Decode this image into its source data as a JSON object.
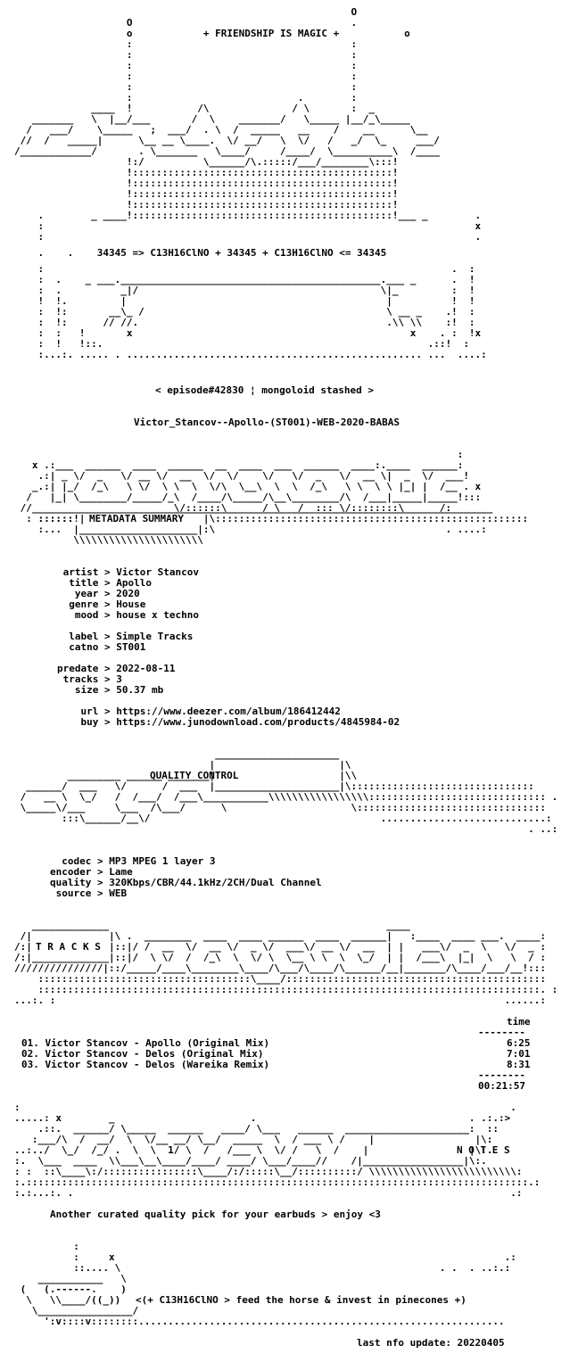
{
  "header": {
    "tagline": "+ FRIENDSHIP IS MAGIC +",
    "formula": "34345 => C13H16ClNO + 34345 + C13H16ClNO <= 34345",
    "episode": "< episode#42830 ¦ mongoloid stashed >",
    "release": "Victor_Stancov--Apollo-(ST001)-WEB-2020-BABAS"
  },
  "metadata": {
    "heading": "METADATA SUMMARY",
    "fields": [
      {
        "key": "artist",
        "value": "Victor Stancov"
      },
      {
        "key": "title",
        "value": "Apollo"
      },
      {
        "key": "year",
        "value": "2020"
      },
      {
        "key": "genre",
        "value": "House"
      },
      {
        "key": "mood",
        "value": "house x techno"
      },
      {
        "key": "label",
        "value": "Simple Tracks"
      },
      {
        "key": "catno",
        "value": "ST001"
      },
      {
        "key": "predate",
        "value": "2022-08-11"
      },
      {
        "key": "tracks",
        "value": "3"
      },
      {
        "key": "size",
        "value": "50.37 mb"
      },
      {
        "key": "url",
        "value": "https://www.deezer.com/album/186412442"
      },
      {
        "key": "buy",
        "value": "https://www.junodownload.com/products/4845984-02"
      }
    ]
  },
  "quality": {
    "heading": "QUALITY CONTROL",
    "fields": [
      {
        "key": "codec",
        "value": "MP3 MPEG 1 layer 3"
      },
      {
        "key": "encoder",
        "value": "Lame"
      },
      {
        "key": "quality",
        "value": "320Kbps/CBR/44.1kHz/2CH/Dual Channel"
      },
      {
        "key": "source",
        "value": "WEB"
      }
    ]
  },
  "tracks": {
    "heading": "T R A C K S",
    "time_header": "time",
    "list": [
      {
        "num": "01.",
        "title": "Victor Stancov - Apollo (Original Mix)",
        "time": "6:25"
      },
      {
        "num": "02.",
        "title": "Victor Stancov - Delos (Original Mix)",
        "time": "7:01"
      },
      {
        "num": "03.",
        "title": "Victor Stancov - Delos (Wareika Remix)",
        "time": "8:31"
      }
    ],
    "total": "00:21:57"
  },
  "notes": {
    "heading": "N O T E S",
    "text": "Another curated quality pick for your earbuds > enjoy <3"
  },
  "footer": {
    "slogan": "<(+ C13H16ClNO > feed the horse & invest in pinecones +)",
    "updated": "last nfo update: 20220405"
  }
}
